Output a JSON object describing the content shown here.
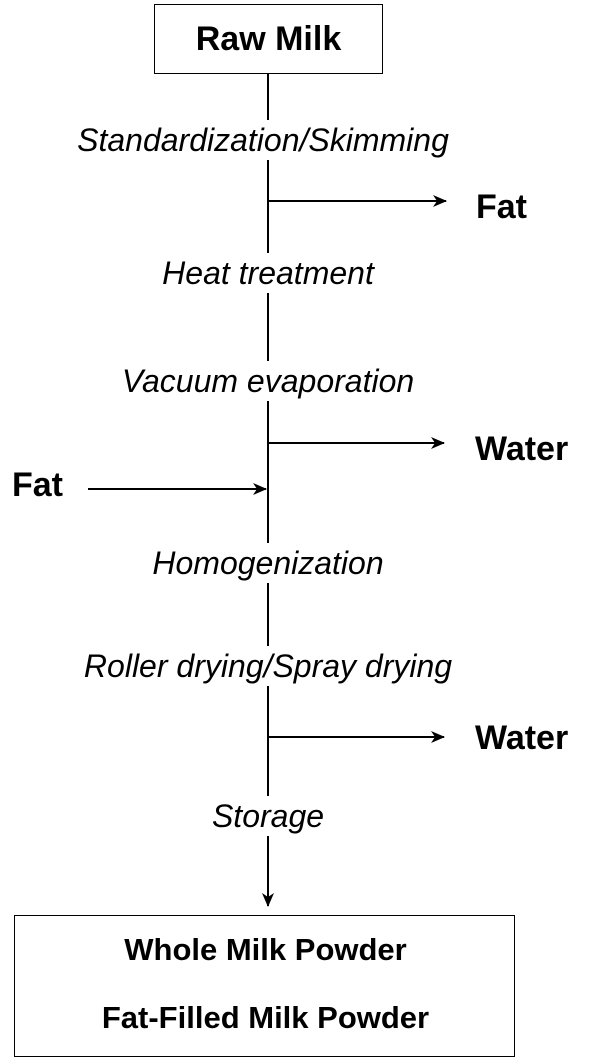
{
  "diagram": {
    "start_node": "Raw Milk",
    "steps": [
      "Standardization/Skimming",
      "Heat treatment",
      "Vacuum evaporation",
      "Homogenization",
      "Roller drying/Spray drying",
      "Storage"
    ],
    "side_outputs": [
      "Fat",
      "Water",
      "Water"
    ],
    "side_input": "Fat",
    "end_products": [
      "Whole Milk Powder",
      "Fat-Filled Milk Powder"
    ],
    "line_color": "#000000"
  }
}
